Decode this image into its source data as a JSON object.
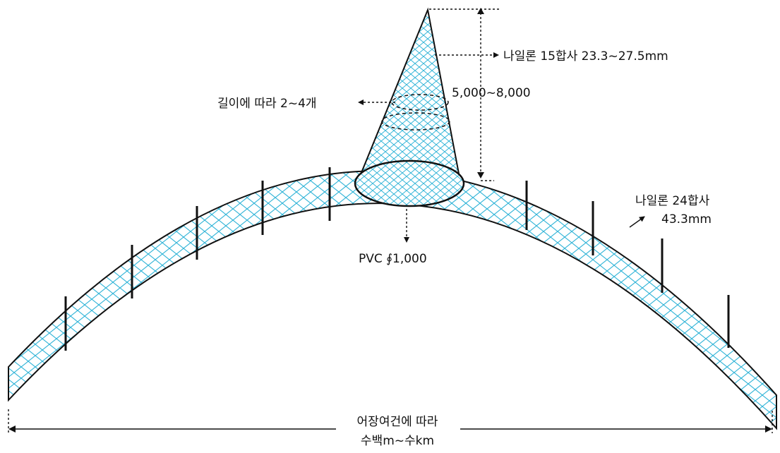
{
  "labels": {
    "top_net_spec": "나일론 15합사 23.3~27.5mm",
    "height_range": "5,000~8,000",
    "ring_count": "길이에 따라 2~4개",
    "main_net_spec_line1": "나일론 24합사",
    "main_net_spec_line2": "43.3mm",
    "pipe_spec": "PVC ∮1,000",
    "span_line1": "어장여건에 따라",
    "span_line2": "수백m~수km"
  },
  "colors": {
    "mesh": "#33b5d8",
    "outline": "#111111",
    "background": "#ffffff"
  }
}
